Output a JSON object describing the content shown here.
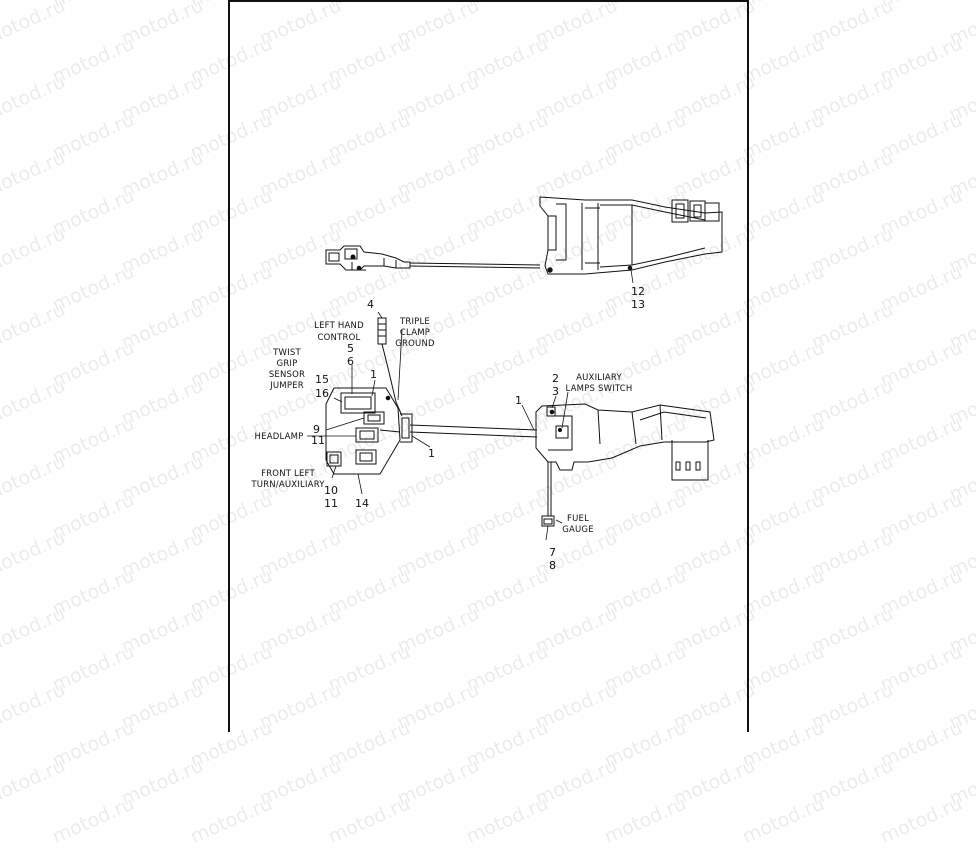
{
  "watermark": "motod.ru",
  "callouts": {
    "c12": "12",
    "c13": "13",
    "c4": "4",
    "c5": "5",
    "c6": "6",
    "c15": "15",
    "c16": "16",
    "c1a": "1",
    "c9": "9",
    "c11a": "11",
    "c1b": "1",
    "c10": "10",
    "c11b": "11",
    "c14": "14",
    "c1c": "1",
    "c2": "2",
    "c3": "3",
    "c7": "7",
    "c8": "8"
  },
  "labels": {
    "triple_clamp_ground": [
      "TRIPLE",
      "CLAMP",
      "GROUND"
    ],
    "left_hand_control": [
      "LEFT HAND",
      "CONTROL"
    ],
    "twist_grip_sensor_jumper": [
      "TWIST",
      "GRIP",
      "SENSOR",
      "JUMPER"
    ],
    "headlamp": [
      "HEADLAMP"
    ],
    "front_left_turn_auxiliary": [
      "FRONT LEFT",
      "TURN/AUXILIARY"
    ],
    "auxiliary_lamps_switch": [
      "AUXILIARY",
      "LAMPS SWITCH"
    ],
    "fuel_gauge": [
      "FUEL",
      "GAUGE"
    ]
  }
}
